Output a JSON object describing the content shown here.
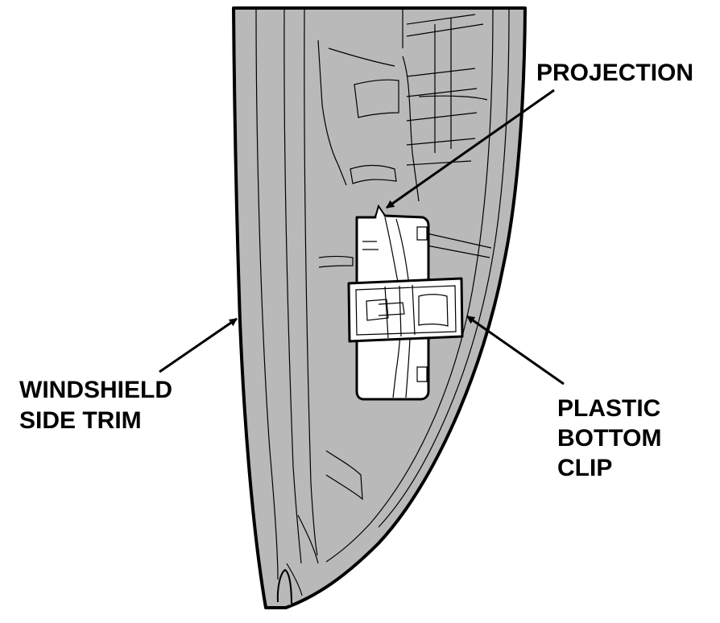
{
  "labels": {
    "projection": "PROJECTION",
    "windshield_side_trim": [
      "WINDSHIELD",
      "SIDE TRIM"
    ],
    "plastic_bottom_clip": [
      "PLASTIC",
      "BOTTOM",
      "CLIP"
    ]
  },
  "colors": {
    "trim_fill": "#b9b9b9",
    "clip_fill": "#ffffff",
    "outline": "#000000",
    "background": "#ffffff"
  }
}
